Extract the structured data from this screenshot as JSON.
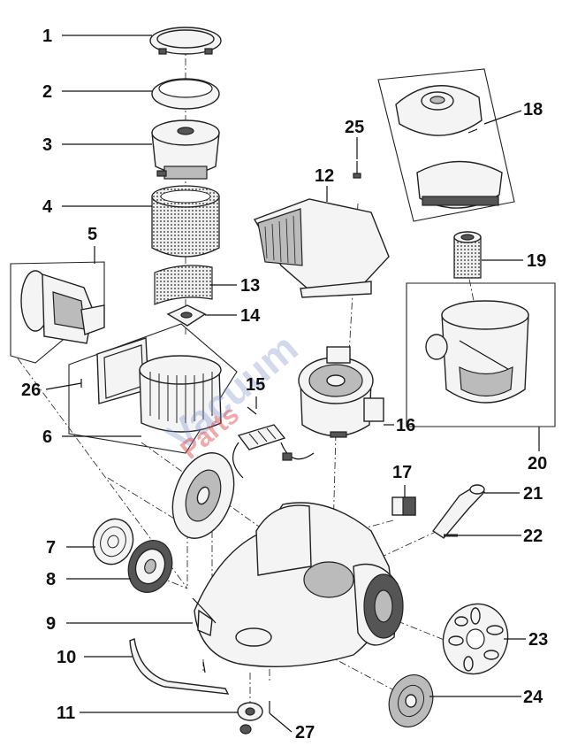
{
  "watermark": {
    "brand": "Vacuum",
    "tag": "Parts"
  },
  "callouts": [
    "1",
    "2",
    "3",
    "4",
    "5",
    "6",
    "7",
    "8",
    "9",
    "10",
    "11",
    "12",
    "13",
    "14",
    "15",
    "16",
    "17",
    "18",
    "19",
    "20",
    "21",
    "22",
    "23",
    "24",
    "25",
    "26",
    "27"
  ]
}
